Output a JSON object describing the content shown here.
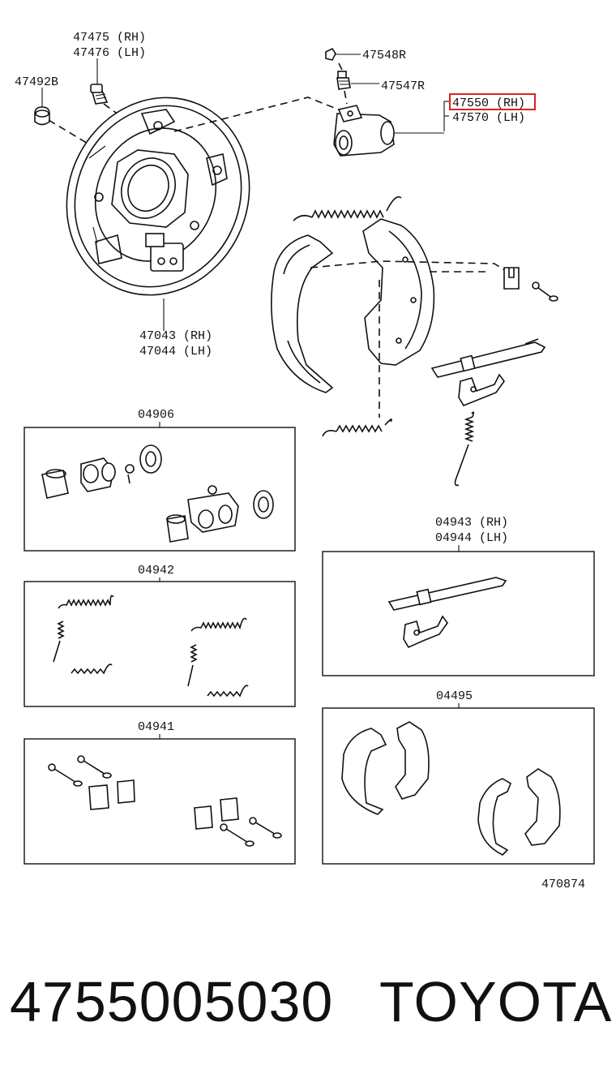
{
  "labels": {
    "l47475": "47475 (RH)",
    "l47476": "47476 (LH)",
    "l47492B": "47492B",
    "l47548R": "47548R",
    "l47547R": "47547R",
    "l47550": "47550 (RH)",
    "l47570": "47570 (LH)",
    "l47043": "47043 (RH)",
    "l47044": "47044 (LH)",
    "kit04906": "04906",
    "kit04942": "04942",
    "kit04941": "04941",
    "kit04943": "04943 (RH)",
    "kit04944": "04944 (LH)",
    "kit04495": "04495",
    "figure": "470874"
  },
  "highlight": {
    "target": "47550 (RH)",
    "color": "#e02020"
  },
  "footer": {
    "part_number": "4755005030",
    "brand": "TOYOTA"
  }
}
